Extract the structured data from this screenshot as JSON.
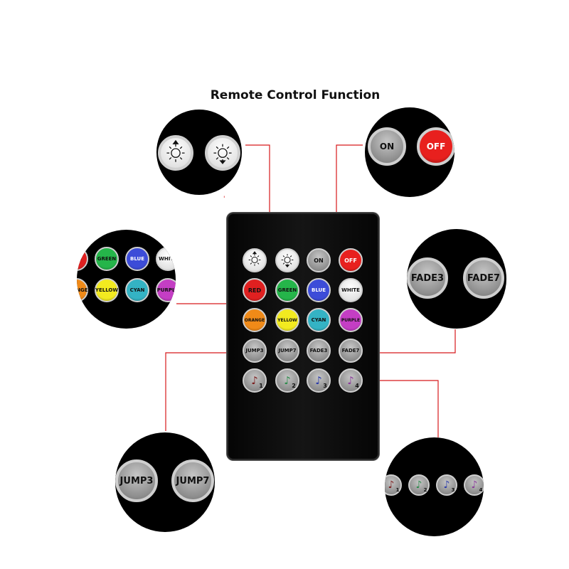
{
  "title": "Remote Control Function",
  "colors": {
    "red": "#d7191c",
    "button_gray": "#9a9a9a"
  },
  "remote": {
    "rows": [
      [
        {
          "id": "brightness-up",
          "label": "",
          "icon": "sun-up-icon",
          "style": "white"
        },
        {
          "id": "brightness-down",
          "label": "",
          "icon": "sun-down-icon",
          "style": "white"
        },
        {
          "id": "on",
          "label": "ON",
          "style": "gray"
        },
        {
          "id": "off",
          "label": "OFF",
          "style": "color",
          "color": "#e8201e",
          "text": "#ffffff"
        }
      ],
      [
        {
          "id": "red",
          "label": "RED",
          "style": "color",
          "color": "#e02020",
          "text": "#111111"
        },
        {
          "id": "green",
          "label": "GREEN",
          "style": "color",
          "color": "#25b54a",
          "text": "#111111"
        },
        {
          "id": "blue",
          "label": "BLUE",
          "style": "color",
          "color": "#3c4cd8",
          "text": "#ffffff"
        },
        {
          "id": "white",
          "label": "WHITE",
          "style": "white"
        }
      ],
      [
        {
          "id": "orange",
          "label": "ORANGE",
          "style": "color",
          "color": "#f08a18",
          "text": "#111111"
        },
        {
          "id": "yellow",
          "label": "YELLOW",
          "style": "color",
          "color": "#f2ea20",
          "text": "#111111"
        },
        {
          "id": "cyan",
          "label": "CYAN",
          "style": "color",
          "color": "#34b3c4",
          "text": "#111111"
        },
        {
          "id": "purple",
          "label": "PURPLE",
          "style": "color",
          "color": "#c43ec4",
          "text": "#111111"
        }
      ],
      [
        {
          "id": "jump3",
          "label": "JUMP3",
          "style": "gray"
        },
        {
          "id": "jump7",
          "label": "JUMP7",
          "style": "gray"
        },
        {
          "id": "fade3",
          "label": "FADE3",
          "style": "gray"
        },
        {
          "id": "fade7",
          "label": "FADE7",
          "style": "gray"
        }
      ],
      [
        {
          "id": "music1",
          "label": "1",
          "icon": "music-note-icon",
          "note": "#7a1c1c",
          "style": "gray"
        },
        {
          "id": "music2",
          "label": "2",
          "icon": "music-note-icon",
          "note": "#2a8a4a",
          "style": "gray"
        },
        {
          "id": "music3",
          "label": "3",
          "icon": "music-note-icon",
          "note": "#2a3aa8",
          "style": "gray"
        },
        {
          "id": "music4",
          "label": "4",
          "icon": "music-note-icon",
          "note": "#8a3a9a",
          "style": "gray"
        }
      ]
    ]
  },
  "zoom": {
    "brightness": [
      "brightness-up",
      "brightness-down"
    ],
    "power": [
      "on",
      "off"
    ],
    "colors_row1": [
      "red",
      "green",
      "blue",
      "white"
    ],
    "colors_row2": [
      "orange",
      "yellow",
      "cyan",
      "purple"
    ],
    "fade": [
      "fade3",
      "fade7"
    ],
    "jump": [
      "jump3",
      "jump7"
    ],
    "music": [
      "music1",
      "music2",
      "music3",
      "music4"
    ]
  }
}
